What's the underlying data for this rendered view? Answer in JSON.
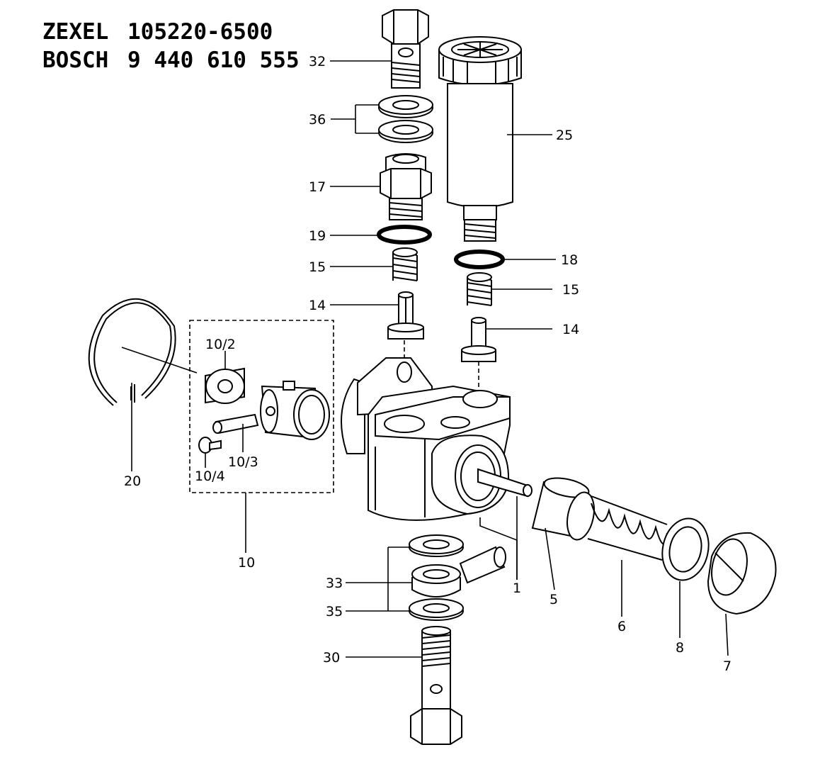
{
  "header": {
    "line1_brand": "ZEXEL",
    "line1_part": "105220-6500",
    "line2_brand": "BOSCH",
    "line2_part": "9 440 610 555"
  },
  "callouts": {
    "c32": "32",
    "c36": "36",
    "c17": "17",
    "c19": "19",
    "c15a": "15",
    "c14a": "14",
    "c25": "25",
    "c18": "18",
    "c15b": "15",
    "c14b": "14",
    "c10_2": "10/2",
    "c10_3": "10/3",
    "c10_4": "10/4",
    "c20": "20",
    "c10": "10",
    "c33": "33",
    "c35": "35",
    "c30": "30",
    "c1": "1",
    "c5": "5",
    "c6": "6",
    "c8": "8",
    "c7": "7"
  }
}
